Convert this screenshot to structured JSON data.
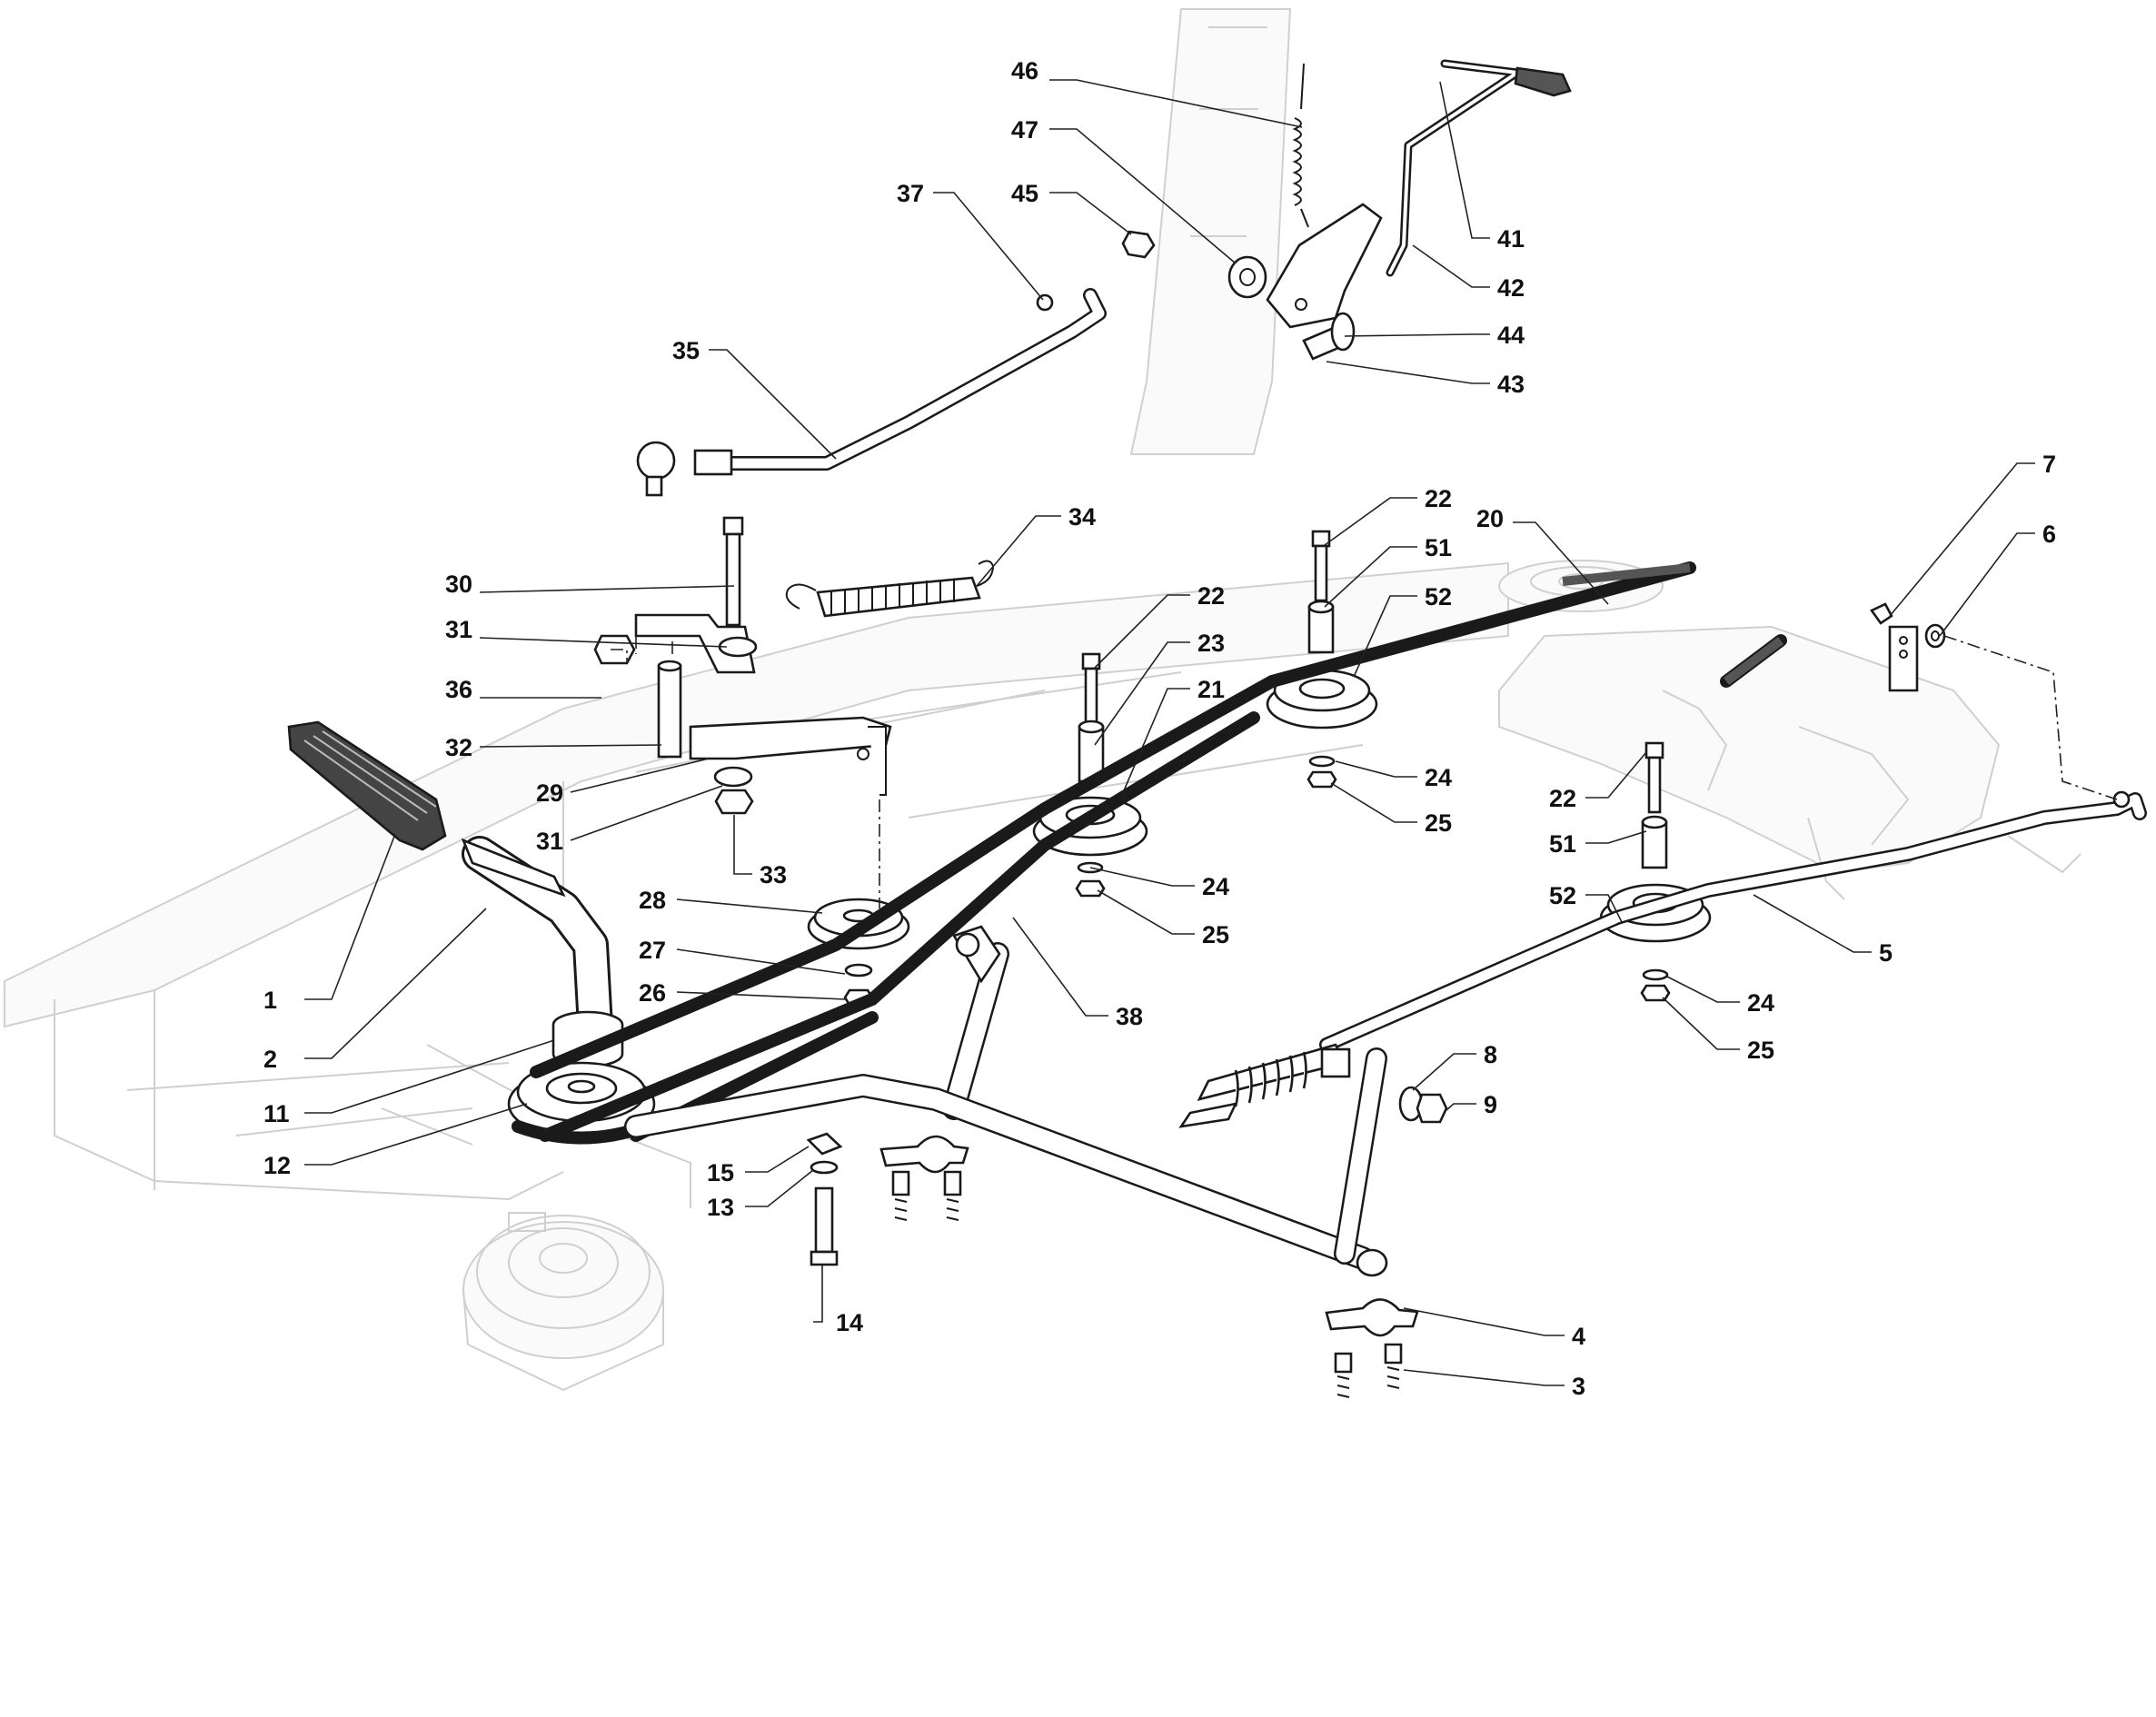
{
  "callouts": [
    {
      "id": "c46",
      "text": "46"
    },
    {
      "id": "c47",
      "text": "47"
    },
    {
      "id": "c45",
      "text": "45"
    },
    {
      "id": "c37",
      "text": "37"
    },
    {
      "id": "c41",
      "text": "41"
    },
    {
      "id": "c42",
      "text": "42"
    },
    {
      "id": "c44",
      "text": "44"
    },
    {
      "id": "c43",
      "text": "43"
    },
    {
      "id": "c35",
      "text": "35"
    },
    {
      "id": "c34",
      "text": "34"
    },
    {
      "id": "c30",
      "text": "30"
    },
    {
      "id": "c31a",
      "text": "31"
    },
    {
      "id": "c36",
      "text": "36"
    },
    {
      "id": "c32",
      "text": "32"
    },
    {
      "id": "c29",
      "text": "29"
    },
    {
      "id": "c31b",
      "text": "31"
    },
    {
      "id": "c33",
      "text": "33"
    },
    {
      "id": "c22a",
      "text": "22"
    },
    {
      "id": "c51a",
      "text": "51"
    },
    {
      "id": "c52a",
      "text": "52"
    },
    {
      "id": "c20",
      "text": "20"
    },
    {
      "id": "c22b",
      "text": "22"
    },
    {
      "id": "c23",
      "text": "23"
    },
    {
      "id": "c21",
      "text": "21"
    },
    {
      "id": "c24a",
      "text": "24"
    },
    {
      "id": "c25a",
      "text": "25"
    },
    {
      "id": "c7",
      "text": "7"
    },
    {
      "id": "c6",
      "text": "6"
    },
    {
      "id": "c22c",
      "text": "22"
    },
    {
      "id": "c51b",
      "text": "51"
    },
    {
      "id": "c52b",
      "text": "52"
    },
    {
      "id": "c5",
      "text": "5"
    },
    {
      "id": "c24b",
      "text": "24"
    },
    {
      "id": "c25b",
      "text": "25"
    },
    {
      "id": "c28",
      "text": "28"
    },
    {
      "id": "c27",
      "text": "27"
    },
    {
      "id": "c26",
      "text": "26"
    },
    {
      "id": "c38",
      "text": "38"
    },
    {
      "id": "c24c",
      "text": "24"
    },
    {
      "id": "c25c",
      "text": "25"
    },
    {
      "id": "c1",
      "text": "1"
    },
    {
      "id": "c2",
      "text": "2"
    },
    {
      "id": "c11",
      "text": "11"
    },
    {
      "id": "c12",
      "text": "12"
    },
    {
      "id": "c8",
      "text": "8"
    },
    {
      "id": "c9",
      "text": "9"
    },
    {
      "id": "c15",
      "text": "15"
    },
    {
      "id": "c13",
      "text": "13"
    },
    {
      "id": "c14",
      "text": "14"
    },
    {
      "id": "c4",
      "text": "4"
    },
    {
      "id": "c3",
      "text": "3"
    }
  ]
}
